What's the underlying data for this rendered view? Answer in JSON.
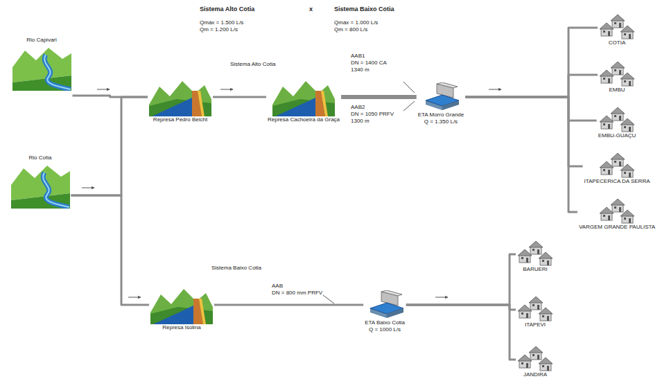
{
  "diagram": {
    "nodes": [
      {
        "text": [
          "Rio Capivari"
        ]
      },
      {
        "text": [
          "Rio Cotia"
        ]
      },
      {
        "text": [
          "Represa Pedro Beicht"
        ]
      },
      {
        "text": [
          "Represa Cachoeira da Graça"
        ]
      },
      {
        "text": [
          "ETA Morro Grande",
          "Q = 1.350 L/s"
        ]
      },
      {
        "text": [
          "Represa Isolina"
        ]
      },
      {
        "text": [
          "ETA Baixo Cotia",
          "Q = 1000 L/s"
        ]
      },
      {
        "text": [
          "COTIA"
        ]
      },
      {
        "text": [
          "EMBU"
        ]
      },
      {
        "text": [
          "EMBU-GUAÇU"
        ]
      },
      {
        "text": [
          "ITAPECERICA DA SERRA"
        ]
      },
      {
        "text": [
          "VARGEM GRANDE PAULISTA"
        ]
      },
      {
        "text": [
          "BARUERI"
        ]
      },
      {
        "text": [
          "ITAPEVI"
        ]
      },
      {
        "text": [
          "JANDIRA"
        ]
      }
    ],
    "edges": [
      {
        "from": 0,
        "to": 2,
        "arrow": "none"
      },
      {
        "from": 1,
        "to": 2,
        "arrow": "none"
      },
      {
        "from": 1,
        "to": 5,
        "arrow": "none"
      },
      {
        "from": 2,
        "to": 3,
        "arrow": "none"
      },
      {
        "from": 3,
        "to": 4,
        "arrow": "none"
      },
      {
        "from": 4,
        "to": 7,
        "arrow": "none"
      },
      {
        "from": 4,
        "to": 8,
        "arrow": "none"
      },
      {
        "from": 4,
        "to": 9,
        "arrow": "none"
      },
      {
        "from": 4,
        "to": 10,
        "arrow": "none"
      },
      {
        "from": 4,
        "to": 11,
        "arrow": "none"
      },
      {
        "from": 5,
        "to": 6,
        "arrow": "none"
      },
      {
        "from": 6,
        "to": 12,
        "arrow": "none"
      },
      {
        "from": 6,
        "to": 13,
        "arrow": "none"
      },
      {
        "from": 6,
        "to": 14,
        "arrow": "none"
      }
    ],
    "labels": [
      "Sistema Alto Cotia",
      "Qmáx = 1.500 L/s",
      "Qm = 1.200 L/s",
      "x",
      "Sistema Baixo Cotia",
      "Qmáx = 1.000 L/s",
      "Qm = 800 L/s",
      "Sistema Alto Cotia",
      "AAB1",
      "DN = 1400 CA",
      "1340 m",
      "AAB2",
      "DN = 1050 PRFV",
      "1300 m",
      "Sistema Baixo Cotia",
      "AAB",
      "DN = 800 mm PRFV"
    ]
  }
}
